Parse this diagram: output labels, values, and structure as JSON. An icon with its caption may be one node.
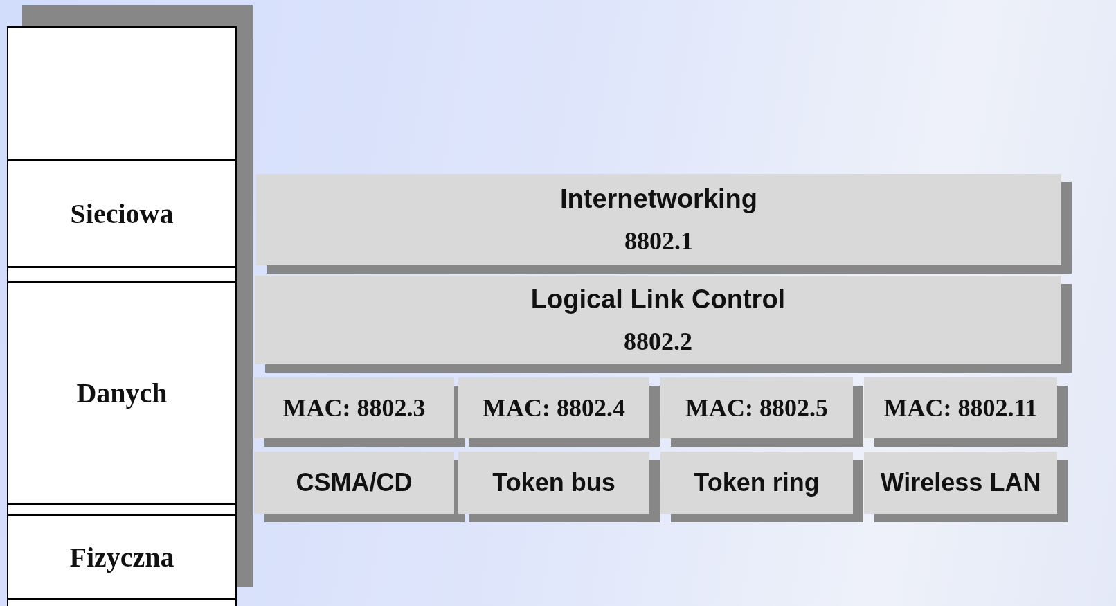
{
  "diagram": {
    "nodes": [
      {
        "text": [],
        "shape": "box"
      },
      {
        "text": [
          "Sieciowa"
        ]
      },
      {
        "text": [],
        "shape": "box"
      },
      {
        "text": [
          "Danych"
        ]
      },
      {
        "text": [],
        "shape": "box"
      },
      {
        "text": [
          "Fizyczna"
        ]
      },
      {
        "text": [],
        "shape": "box"
      },
      {
        "text": [
          "Internetworking",
          "8802.1"
        ]
      },
      {
        "text": [
          "Logical Link Control",
          "8802.2"
        ]
      },
      {
        "text": [
          "MAC: 8802.3"
        ]
      },
      {
        "text": [
          "MAC: 8802.4"
        ]
      },
      {
        "text": [
          "MAC: 8802.5"
        ]
      },
      {
        "text": [
          "MAC: 8802.11"
        ]
      },
      {
        "text": [
          "CSMA/CD"
        ]
      },
      {
        "text": [
          "Token bus"
        ]
      },
      {
        "text": [
          "Token ring"
        ]
      },
      {
        "text": [
          "Wireless LAN"
        ]
      }
    ]
  }
}
